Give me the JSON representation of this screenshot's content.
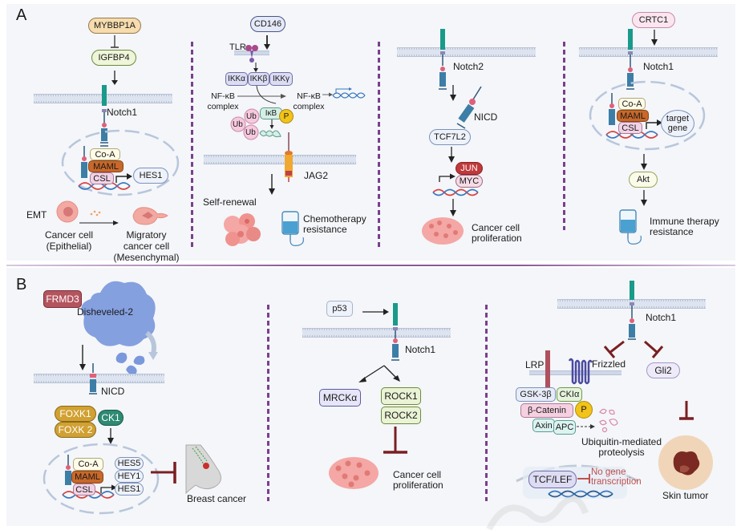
{
  "panels": {
    "A": {
      "label": "A",
      "col1": {
        "mybbp1a": "MYBBP1A",
        "igfbp4": "IGFBP4",
        "notch": "Notch1",
        "coa": "Co-A",
        "maml": "MAML",
        "csl": "CSL",
        "hes1": "HES1",
        "emt": "EMT",
        "cell_epithelial_line1": "Cancer cell",
        "cell_epithelial_line2": "(Epithelial)",
        "cell_migratory_line1": "Migratory",
        "cell_migratory_line2": "cancer cell",
        "cell_migratory_line3": "(Mesenchymal)"
      },
      "col2": {
        "cd146": "CD146",
        "tlr": "TLR",
        "ikka": "IKKα",
        "ikkb": "IKKβ",
        "ikkg": "IKKγ",
        "nfkb_left_line1": "NF-κB",
        "nfkb_left_line2": "complex",
        "nfkb_right_line1": "NF-κB",
        "nfkb_right_line2": "complex",
        "ikb": "IκB",
        "p": "P",
        "ub": [
          "Ub",
          "Ub",
          "Ub"
        ],
        "jag2": "JAG2",
        "self_renewal": "Self-renewal",
        "chemo_line1": "Chemotherapy",
        "chemo_line2": "resistance"
      },
      "col3": {
        "notch": "Notch2",
        "nicd": "NICD",
        "tcf7l2": "TCF7L2",
        "jun": "JUN",
        "myc": "MYC",
        "outcome_line1": "Cancer cell",
        "outcome_line2": "proliferation"
      },
      "col4": {
        "crtc1": "CRTC1",
        "notch": "Notch1",
        "coa": "Co-A",
        "maml": "MAML",
        "csl": "CSL",
        "target_line1": "target",
        "target_line2": "gene",
        "akt": "Akt",
        "outcome_line1": "Immune therapy",
        "outcome_line2": "resistance"
      }
    },
    "B": {
      "label": "B",
      "col1": {
        "frmd3": "FRMD3",
        "dvl2": "Disheveled-2",
        "nicd": "NICD",
        "foxk1": "FOXK1",
        "foxk2": "FOXK 2",
        "ck1": "CK1",
        "coa": "Co-A",
        "maml": "MAML",
        "csl": "CSL",
        "hes5": "HES5",
        "hey1": "HEY1",
        "hes1": "HES1",
        "outcome": "Breast cancer"
      },
      "col2": {
        "p53": "p53",
        "notch": "Notch1",
        "mrcka": "MRCKα",
        "rock1": "ROCK1",
        "rock2": "ROCK2",
        "outcome_line1": "Cancer cell",
        "outcome_line2": "proliferation"
      },
      "col3": {
        "notch": "Notch1",
        "lrp": "LRP",
        "frizzled": "Frizzled",
        "gli2": "Gli2",
        "gsk3b": "GSK-3β",
        "ckla": "CKIα",
        "bcatenin": "β-Catenin",
        "p": "P",
        "axin": "Axin",
        "apc": "APC",
        "proteolysis_line1": "Ubiquitin-mediated",
        "proteolysis_line2": "proteolysis",
        "tcflef": "TCF/LEF",
        "no_gene_line1": "No gene",
        "no_gene_line2": "transcription",
        "outcome": "Skin tumor"
      }
    }
  },
  "colors": {
    "panel_bg": "#f4f6f9",
    "divider": "#7b3f8c",
    "inhibit": "#7a1f22",
    "notch_teal": "#1a9a8a",
    "notch_blue": "#3d7ea6",
    "maml": "#c8682a",
    "csl": "#f2d3e6",
    "coa": "#fffbe8",
    "jun": "#c0393b",
    "frmd3": "#b4545e",
    "foxk": "#d1a132",
    "ck1": "#2e8a73",
    "dvl2": "#7b98dc",
    "lrp": "#b0505e",
    "skin": "#f0d5b8"
  }
}
